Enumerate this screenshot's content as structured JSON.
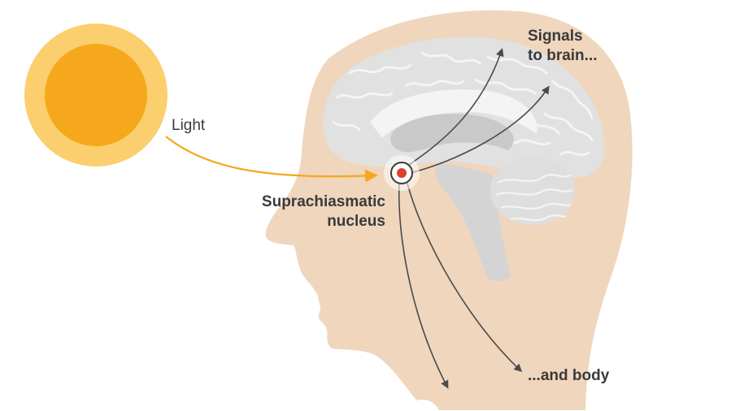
{
  "labels": {
    "light": "Light",
    "scn_line1": "Suprachiasmatic",
    "scn_line2": "nucleus",
    "brain_line1": "Signals",
    "brain_line2": "to brain...",
    "body": "...and body"
  },
  "colors": {
    "sun_outer": "#fbce6e",
    "sun_inner": "#f6a81c",
    "light_arrow": "#f6a81c",
    "head": "#efd6bd",
    "brain": "#e1e1e1",
    "brain_fold": "#f4f4f4",
    "brain_inner": "#c9c9c9",
    "nucleus": "#d9432c",
    "signal_arrow": "#4a4a4a",
    "text": "#3a3a3a"
  }
}
